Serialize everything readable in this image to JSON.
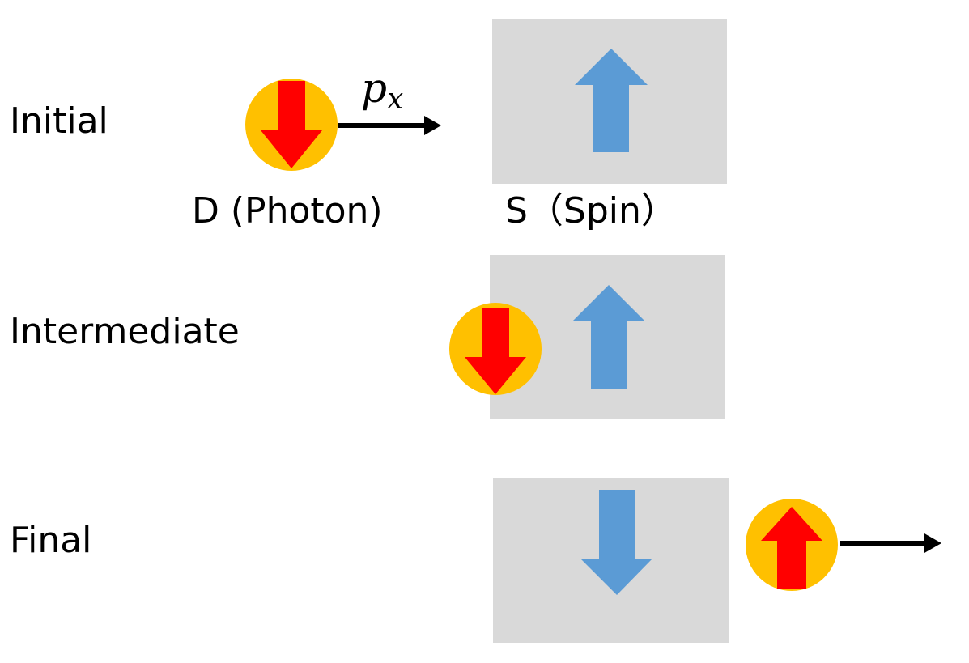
{
  "stages": {
    "initial": "Initial",
    "intermediate": "Intermediate",
    "final": "Final"
  },
  "particles": {
    "photon_label": "D (Photon)",
    "spin_label": "S（Spin）"
  },
  "momentum_label": {
    "symbol": "p",
    "subscript": "x"
  },
  "spin_states": {
    "initial": {
      "photon": "down",
      "spin": "up"
    },
    "intermediate": {
      "photon": "down",
      "spin": "up"
    },
    "final": {
      "photon": "up",
      "spin": "down"
    }
  },
  "colors": {
    "photon_circle": "#FFC000",
    "photon_arrow": "#FF0000",
    "spin_box": "#D9D9D9",
    "spin_arrow": "#5B9BD5",
    "motion_arrow": "#000000"
  },
  "icons": {
    "photon": "photon-icon",
    "spin": "spin-arrow-icon",
    "motion": "motion-arrow-icon"
  }
}
